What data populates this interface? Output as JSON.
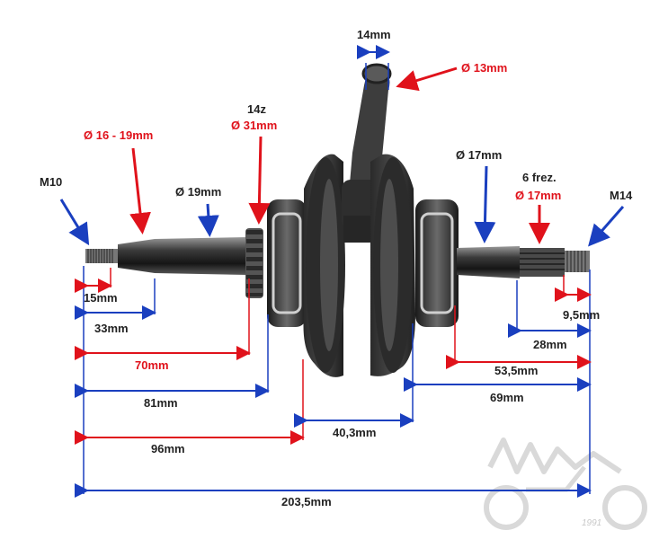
{
  "colors": {
    "red": "#e0121b",
    "blue": "#1a3fbf",
    "dark": "#222222",
    "metal": "#3a3a3a"
  },
  "labels": {
    "m10": "M10",
    "dia_16_19": "Ø 16 - 19mm",
    "dia_19": "Ø 19mm",
    "teeth": "14z",
    "dia_31": "Ø 31mm",
    "rod_width": "14mm",
    "dia_13": "Ø 13mm",
    "dia_17": "Ø 17mm",
    "frez": "6 frez.",
    "dia_17b": "Ø 17mm",
    "m14": "M14"
  },
  "dimensions": {
    "d15": "15mm",
    "d33": "33mm",
    "d70": "70mm",
    "d81": "81mm",
    "d96": "96mm",
    "d40_3": "40,3mm",
    "d9_5": "9,5mm",
    "d28": "28mm",
    "d53_5": "53,5mm",
    "d69": "69mm",
    "d203_5": "203,5mm"
  },
  "logo": {
    "year": "1991"
  }
}
